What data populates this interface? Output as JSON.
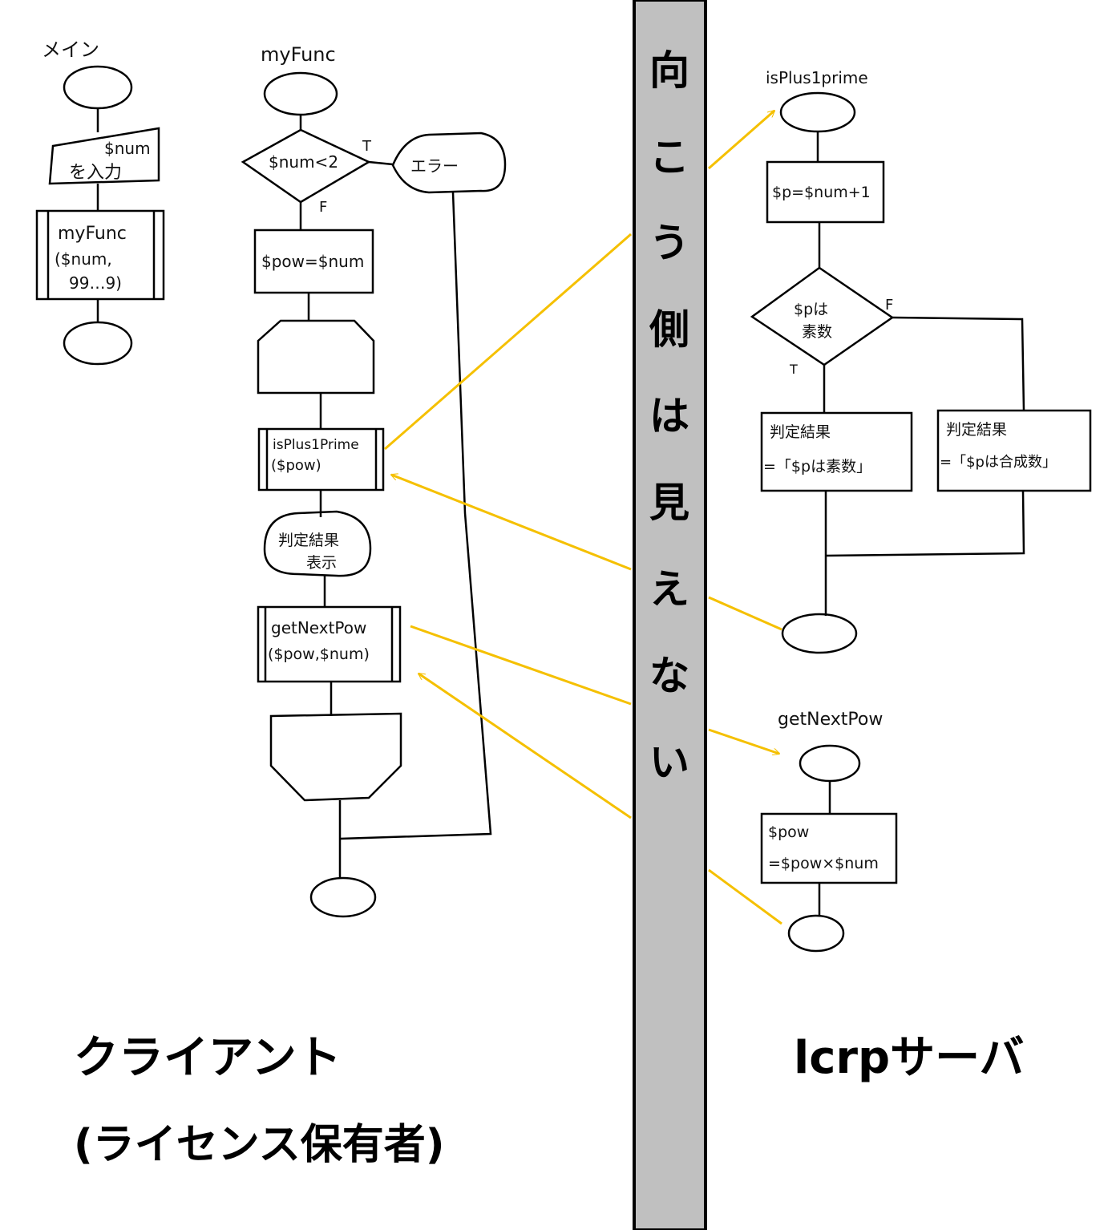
{
  "divider": {
    "text": [
      "向",
      "こ",
      "う",
      "側",
      "は",
      "見",
      "え",
      "な",
      "い"
    ],
    "fill": "#c0c0c0",
    "border": "#000000"
  },
  "arrow_color": "#f5c000",
  "client": {
    "main": {
      "title": "メイン",
      "input_var": "$num",
      "input_label": "を入力",
      "call_name": "myFunc",
      "call_args_1": "($num,",
      "call_args_2": "99…9)"
    },
    "myfunc": {
      "title": "myFunc",
      "decision": "$num<2",
      "true_label": "T",
      "false_label": "F",
      "error": "エラー",
      "assign": "$pow=$num",
      "call1_name": "isPlus1Prime",
      "call1_args": "($pow)",
      "display_1": "判定結果",
      "display_2": "表示",
      "call2_name": "getNextPow",
      "call2_args": "($pow,$num)"
    },
    "label_1": "クライアント",
    "label_2": "(ライセンス保有者)"
  },
  "server": {
    "isplus": {
      "title": "isPlus1prime",
      "assign": "$p=$num+1",
      "decision_1": "$pは",
      "decision_2": "素数",
      "true_label": "T",
      "false_label": "F",
      "result_true_1": "判定結果",
      "result_true_2": "=「$pは素数」",
      "result_false_1": "判定結果",
      "result_false_2": "=「$pは合成数」"
    },
    "getnext": {
      "title": "getNextPow",
      "assign_1": "$pow",
      "assign_2": "=$pow×$num"
    },
    "label": "lcrpサーバ"
  }
}
